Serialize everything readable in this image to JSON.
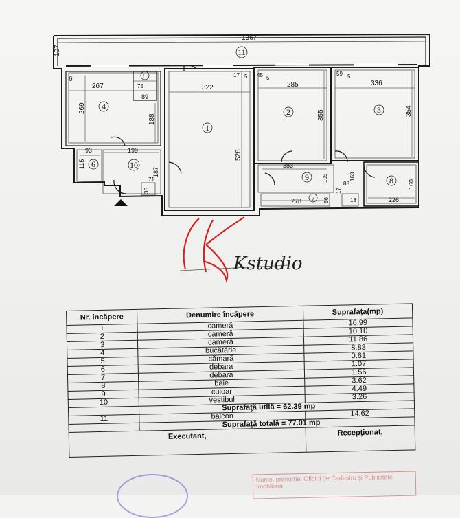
{
  "plan": {
    "dimensions": {
      "d1367": "1367",
      "d107": "107",
      "d267": "267",
      "d6": "6",
      "d75": "75",
      "d89": "89",
      "d322": "322",
      "d17": "17",
      "d5a": "5",
      "d45": "45",
      "d5b": "5",
      "d285": "285",
      "d59": "59",
      "d5c": "5",
      "d336": "336",
      "d269": "269",
      "d188": "188",
      "d528": "528",
      "d355": "355",
      "d354": "354",
      "d93": "93",
      "d199": "199",
      "d115": "115",
      "d187": "187",
      "d71": "71",
      "d36": "36",
      "d383": "383",
      "d105": "105",
      "d163": "163",
      "d88": "88",
      "d17b": "17",
      "d160": "160",
      "d278": "278",
      "d56": "56",
      "d18": "18",
      "d226": "226"
    },
    "room_numbers": [
      "1",
      "2",
      "3",
      "4",
      "5",
      "6",
      "7",
      "8",
      "9",
      "10",
      "11"
    ]
  },
  "logo": {
    "signature": "Kstudio"
  },
  "table": {
    "headers": {
      "nr": "Nr. încăpere",
      "name": "Denumire încăpere",
      "area": "Suprafaţa(mp)"
    },
    "rows": [
      {
        "nr": "1",
        "name": "cameră",
        "area": "16.99"
      },
      {
        "nr": "2",
        "name": "cameră",
        "area": "10.10"
      },
      {
        "nr": "3",
        "name": "cameră",
        "area": "11.86"
      },
      {
        "nr": "4",
        "name": "bucătărie",
        "area": "8.83"
      },
      {
        "nr": "5",
        "name": "cămară",
        "area": "0.61"
      },
      {
        "nr": "6",
        "name": "debara",
        "area": "1.07"
      },
      {
        "nr": "7",
        "name": "debara",
        "area": "1.56"
      },
      {
        "nr": "8",
        "name": "baie",
        "area": "3.62"
      },
      {
        "nr": "9",
        "name": "culoar",
        "area": "4.49"
      },
      {
        "nr": "10",
        "name": "vestibul",
        "area": "3.26"
      }
    ],
    "summary_util": "Suprafaţă utilă = 62.39 mp",
    "balcony": {
      "nr": "11",
      "name": "balcon",
      "area": "14.62"
    },
    "summary_total": "Suprafaţă totală = 77.01 mp",
    "executant": "Executant,",
    "receptionat": "Recepţionat,",
    "stamp_text": "Nume, prenume: Oficiul de Cadastru şi Publicitate Imobiliară"
  }
}
